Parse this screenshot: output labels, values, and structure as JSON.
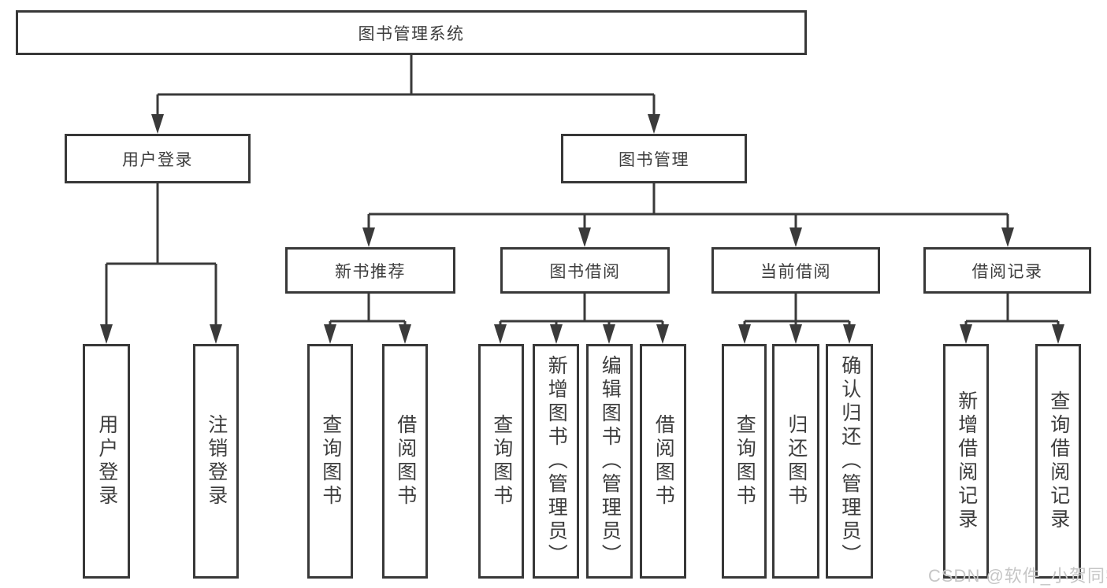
{
  "diagram": {
    "root": "图书管理系统",
    "level2": [
      "用户登录",
      "图书管理"
    ],
    "level3": [
      "新书推荐",
      "图书借阅",
      "当前借阅",
      "借阅记录"
    ],
    "leaves": [
      "用户登录",
      "注销登录",
      "查询图书",
      "借阅图书",
      "查询图书",
      "新增图书（管理员）",
      "编辑图书（管理员）",
      "借阅图书",
      "查询图书",
      "归还图书",
      "确认归还（管理员）",
      "新增借阅记录",
      "查询借阅记录"
    ],
    "colors": {
      "line": "#3a3a3a",
      "text": "#3d3d3d",
      "background": "#ffffff",
      "watermark": "#c6c6c6"
    }
  },
  "watermark": {
    "text": "CSDN @软件_小贺同学"
  }
}
